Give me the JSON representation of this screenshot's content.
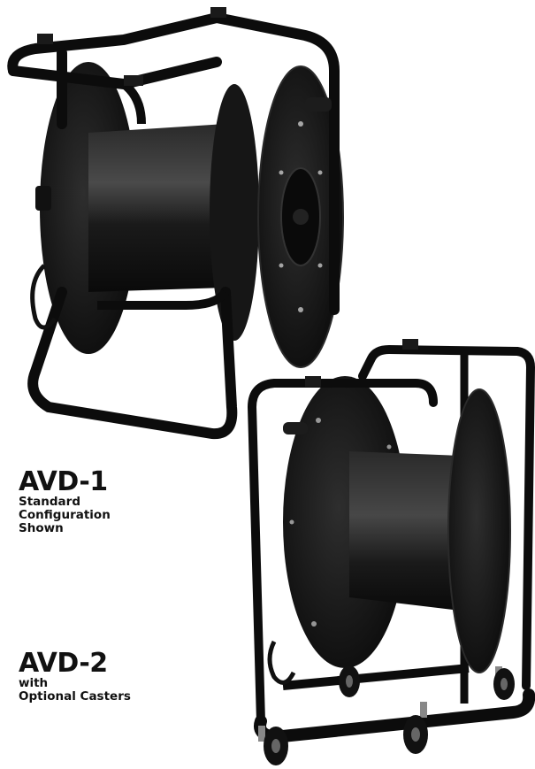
{
  "products": [
    {
      "model": "AVD-1",
      "caption_lines": [
        "Standard",
        "Configuration",
        "Shown"
      ]
    },
    {
      "model": "AVD-2",
      "caption_lines": [
        "with",
        "Optional Casters"
      ]
    }
  ],
  "colors": {
    "reel_body": "#141414",
    "reel_highlight": "#3a3a3a",
    "frame": "#0c0c0c",
    "background": "#ffffff"
  }
}
